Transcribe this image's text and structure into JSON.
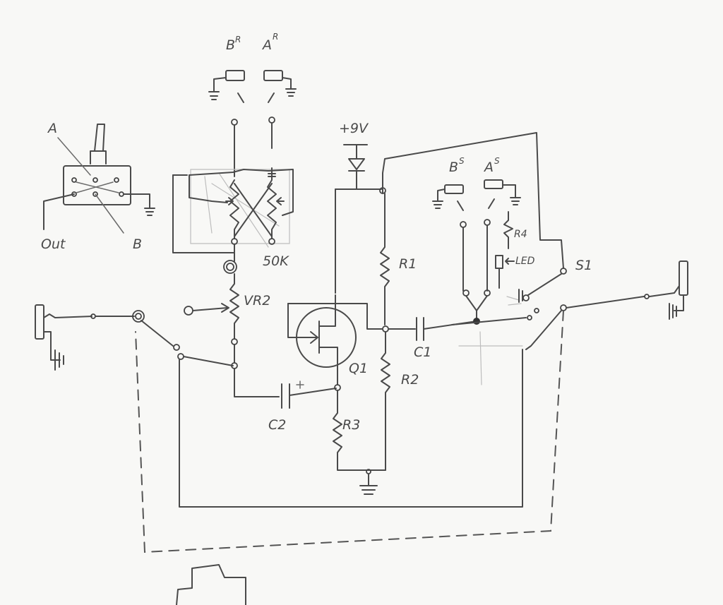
{
  "labels": {
    "br": "B",
    "br_sup": "R",
    "ar": "A",
    "ar_sup": "R",
    "bs": "B",
    "bs_sup": "S",
    "as": "A",
    "as_sup": "S",
    "plus9v": "+9V",
    "a_switch": "A",
    "b_switch": "B",
    "out": "Out",
    "r1": "R1",
    "r2": "R2",
    "r3": "R3",
    "r4": "R4",
    "c1": "C1",
    "c2": "C2",
    "q1": "Q1",
    "vr2": "VR2",
    "pot_value": "50K",
    "led": "LED",
    "s1": "S1"
  }
}
